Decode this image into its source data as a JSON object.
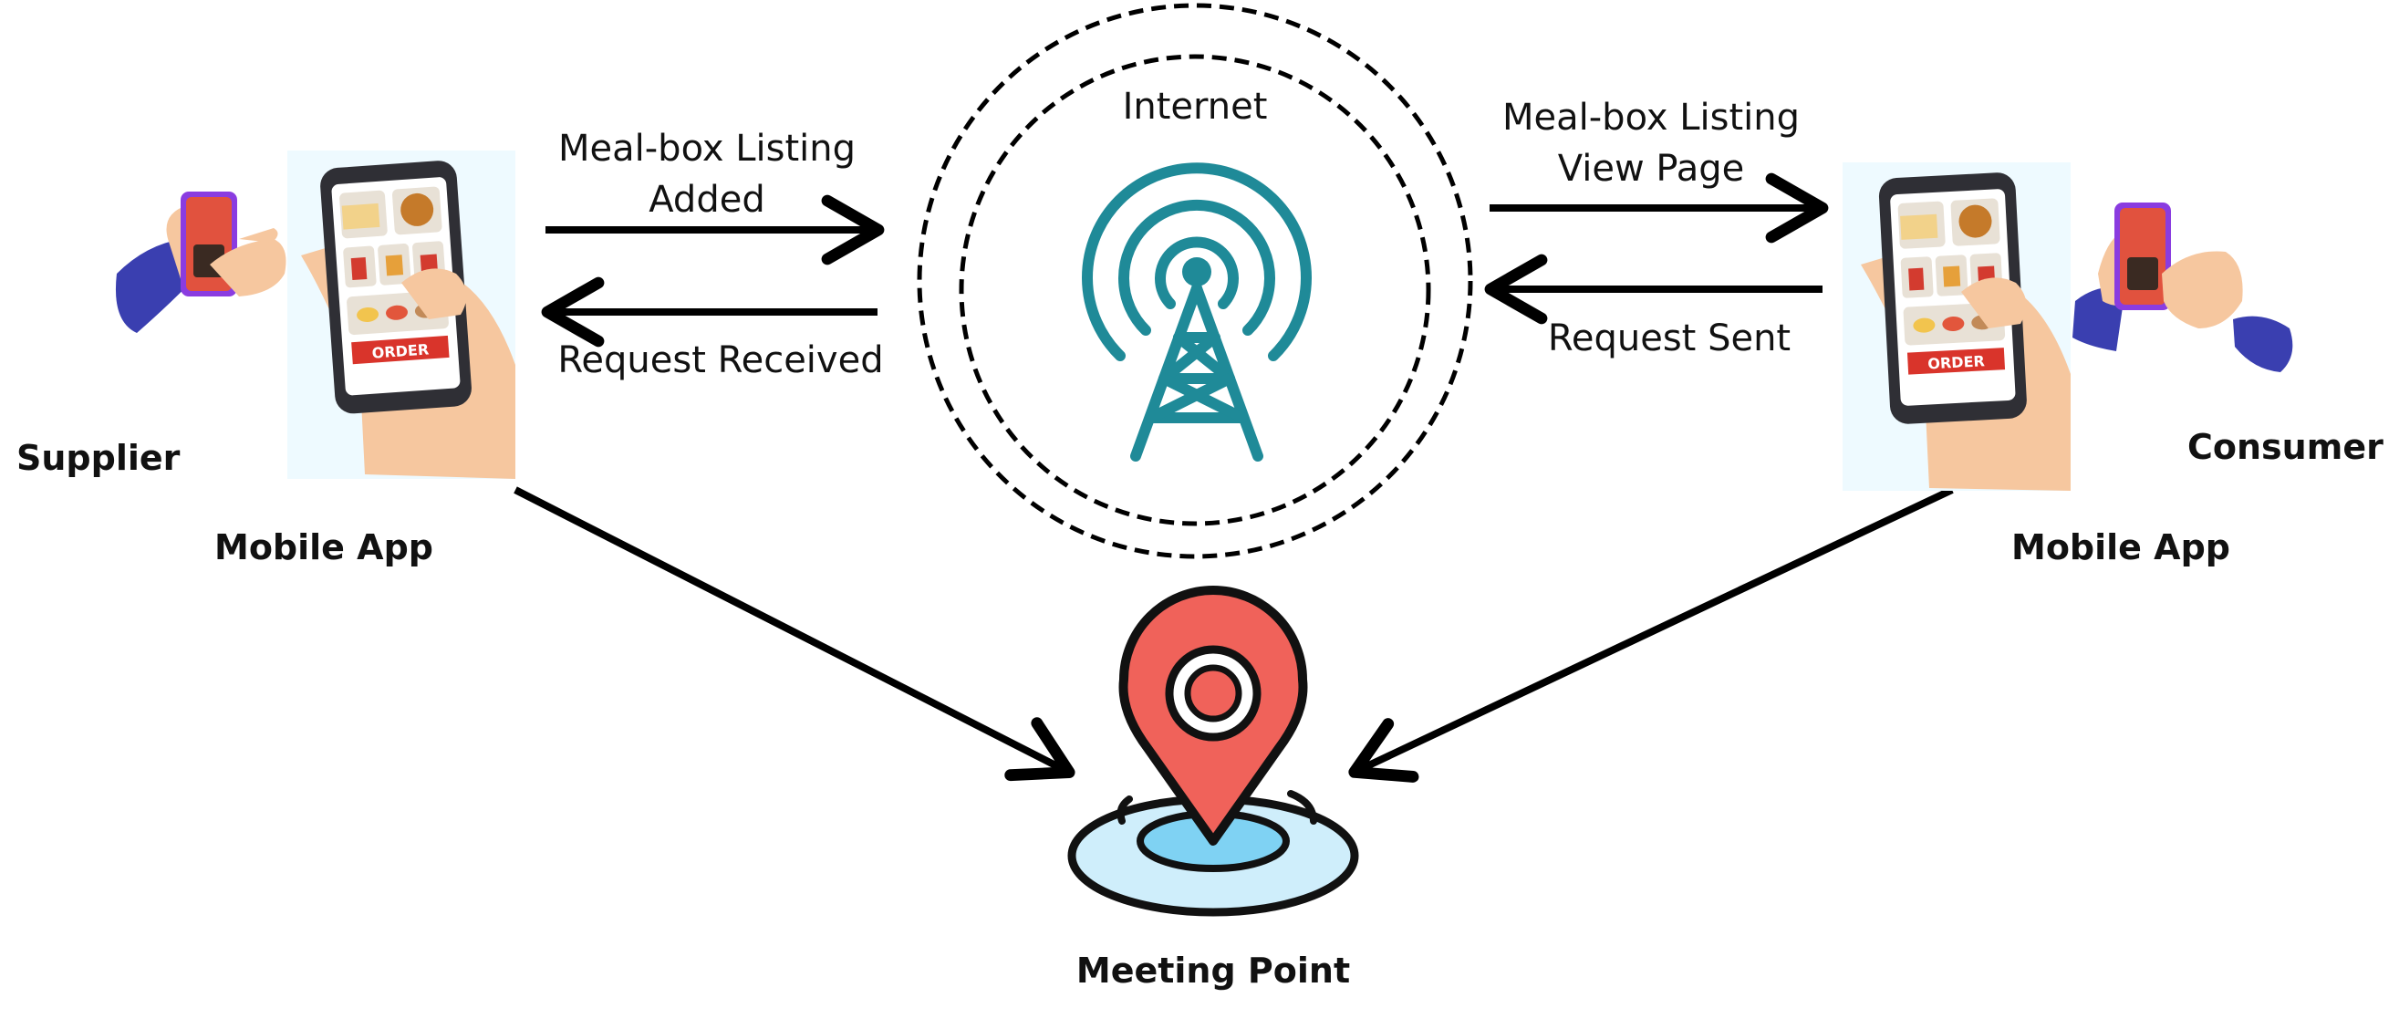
{
  "labels": {
    "internet": "Internet",
    "left_top_line1": "Meal-box Listing",
    "left_top_line2": "Added",
    "left_bottom": "Request Received",
    "right_top_line1": "Meal-box Listing",
    "right_top_line2": "View Page",
    "right_bottom": "Request Sent",
    "supplier": "Supplier",
    "consumer": "Consumer",
    "left_app": "Mobile App",
    "right_app": "Mobile App",
    "meeting_point": "Meeting Point",
    "order_badge": "ORDER"
  },
  "icons": {
    "left_phone": "phone-in-hand-icon",
    "right_phone": "phone-in-hand-icon",
    "left_small_phone": "small-phone-hand-icon",
    "right_small_phone": "small-phone-hand-icon",
    "tower": "radio-tower-icon",
    "pin": "map-pin-icon"
  },
  "colors": {
    "tower": "#1f8a98",
    "pin": "#f0625a",
    "pin_pool": "#cfeefb",
    "pin_water": "#7fd2f3",
    "order_red": "#d9342b",
    "sleeve": "#3a3fb0",
    "skin": "#f6c79f"
  }
}
